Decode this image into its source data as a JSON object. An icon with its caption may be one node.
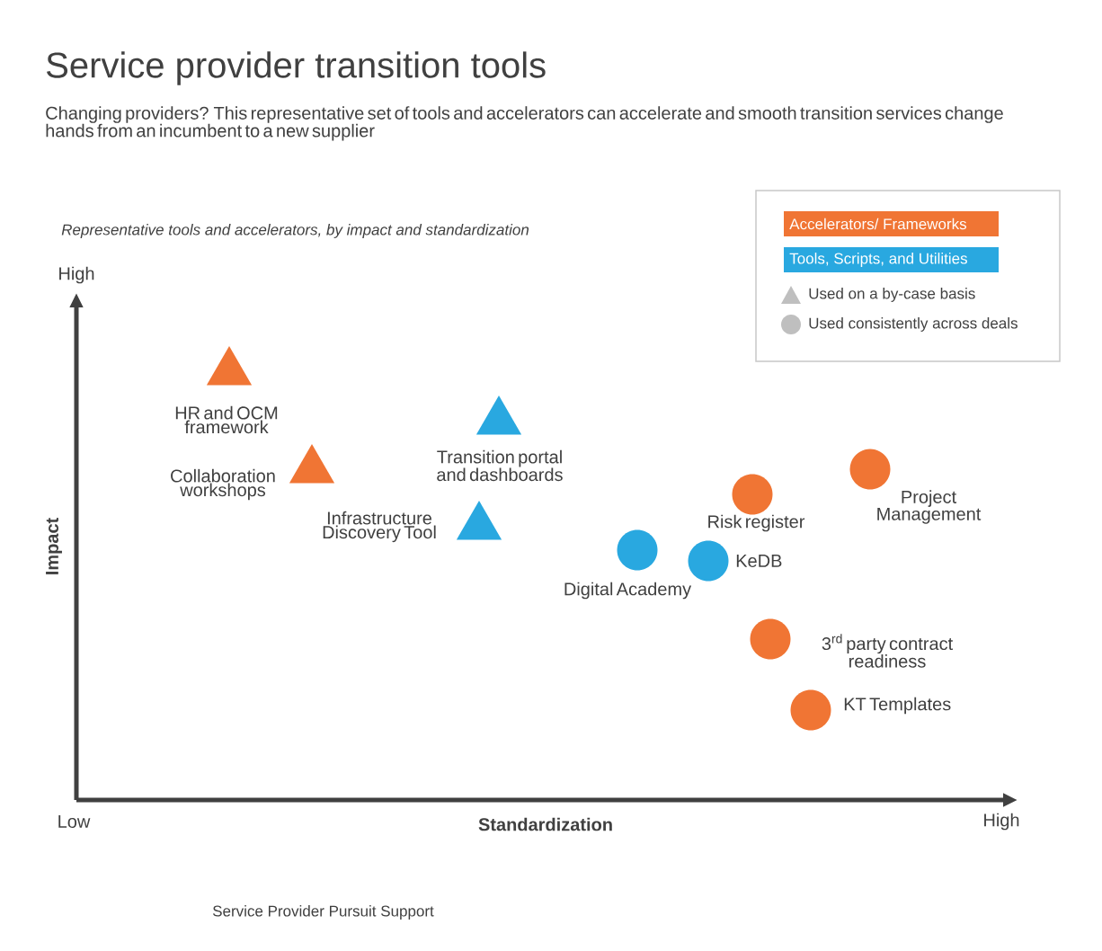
{
  "diagram": {
    "title": "Service provider transition tools",
    "nodes": [
      {
        "text": [],
        "shape": "triangle",
        "beside": [
          "HR and OCM framework"
        ]
      },
      {
        "text": [],
        "shape": "triangle",
        "beside": [
          "Collaboration workshops"
        ]
      },
      {
        "text": [],
        "shape": "triangle",
        "beside": [
          "Transition portal and dashboards"
        ]
      },
      {
        "text": [],
        "shape": "triangle",
        "beside": [
          "Infrastructure Discovery Tool"
        ]
      },
      {
        "text": [],
        "shape": "circle",
        "beside": [
          "Digital Academy"
        ]
      },
      {
        "text": [],
        "shape": "circle",
        "beside": [
          "Risk register"
        ]
      },
      {
        "text": [],
        "shape": "circle",
        "beside": [
          "KeDB"
        ]
      },
      {
        "text": [],
        "shape": "circle",
        "beside": [
          "Project Management"
        ]
      },
      {
        "text": [],
        "shape": "circle",
        "beside": [
          "3$^{rd}$ party contract readiness"
        ]
      },
      {
        "text": [],
        "shape": "circle",
        "beside": [
          "KT Templates"
        ]
      }
    ],
    "labels": [
      "Changing providers? This representative set of tools and accelerators can accelerate and smooth transition services change hands from an incumbent to a new supplier",
      "Representative tools and accelerators, by impact and standardization",
      "High",
      "Impact",
      "Low",
      "Standardization",
      "High",
      "Service Provider Pursuit Support"
    ],
    "legend": [
      {
        "text": "Accelerators/ Frameworks",
        "color": "#f07534"
      },
      {
        "text": "Tools, Scripts, and Utilities",
        "color": "#29a8e0"
      },
      {
        "text": "Used on a by-case basis"
      },
      {
        "text": "Used consistently across deals"
      }
    ]
  }
}
